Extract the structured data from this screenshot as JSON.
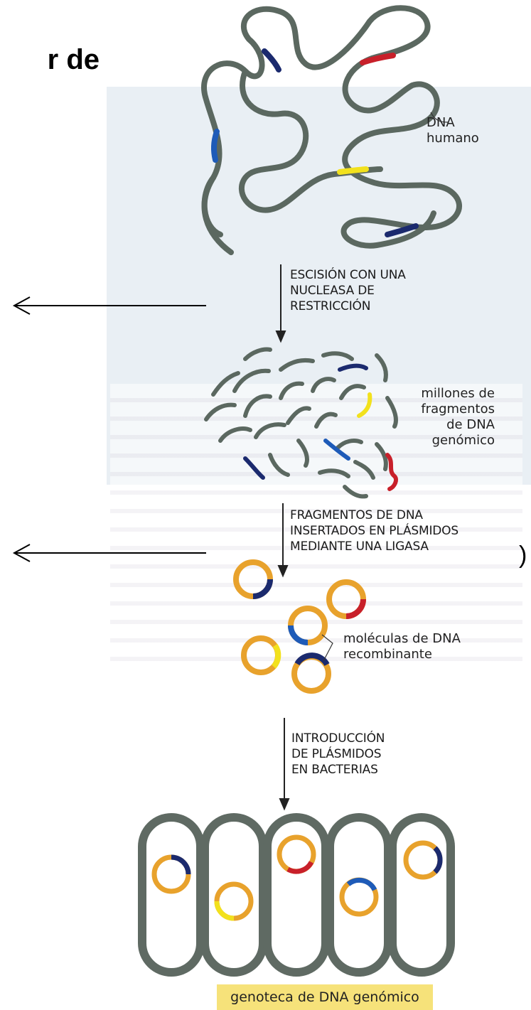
{
  "slide": {
    "title_fragment": "r de",
    "right_paren": ")"
  },
  "labels": {
    "human_dna": "DNA\nhumano",
    "fragments": "millones de\nfragmentos\nde DNA\ngenómico",
    "recombinant": "moléculas de DNA\nrecombinante"
  },
  "steps": {
    "cleavage": "ESCISIÓN CON UNA\nNUCLEASA DE\nRESTRICCIÓN",
    "ligation": "FRAGMENTOS DE DNA\nINSERTADOS EN PLÁSMIDOS\nMEDIANTE UNA LIGASA",
    "introduction": "INTRODUCCIÓN\nDE PLÁSMIDOS\nEN BACTERIAS"
  },
  "caption": "genoteca de DNA genómico",
  "colors": {
    "dna_strand": "#5b6860",
    "plasmid": "#e8a22c",
    "bacterium_wall": "#5f6a63",
    "segment_blue": "#1e5bb8",
    "segment_red": "#c8202a",
    "segment_yellow": "#f2e11d",
    "segment_navy": "#1b2a6e",
    "caption_bg": "#f6e27a"
  }
}
